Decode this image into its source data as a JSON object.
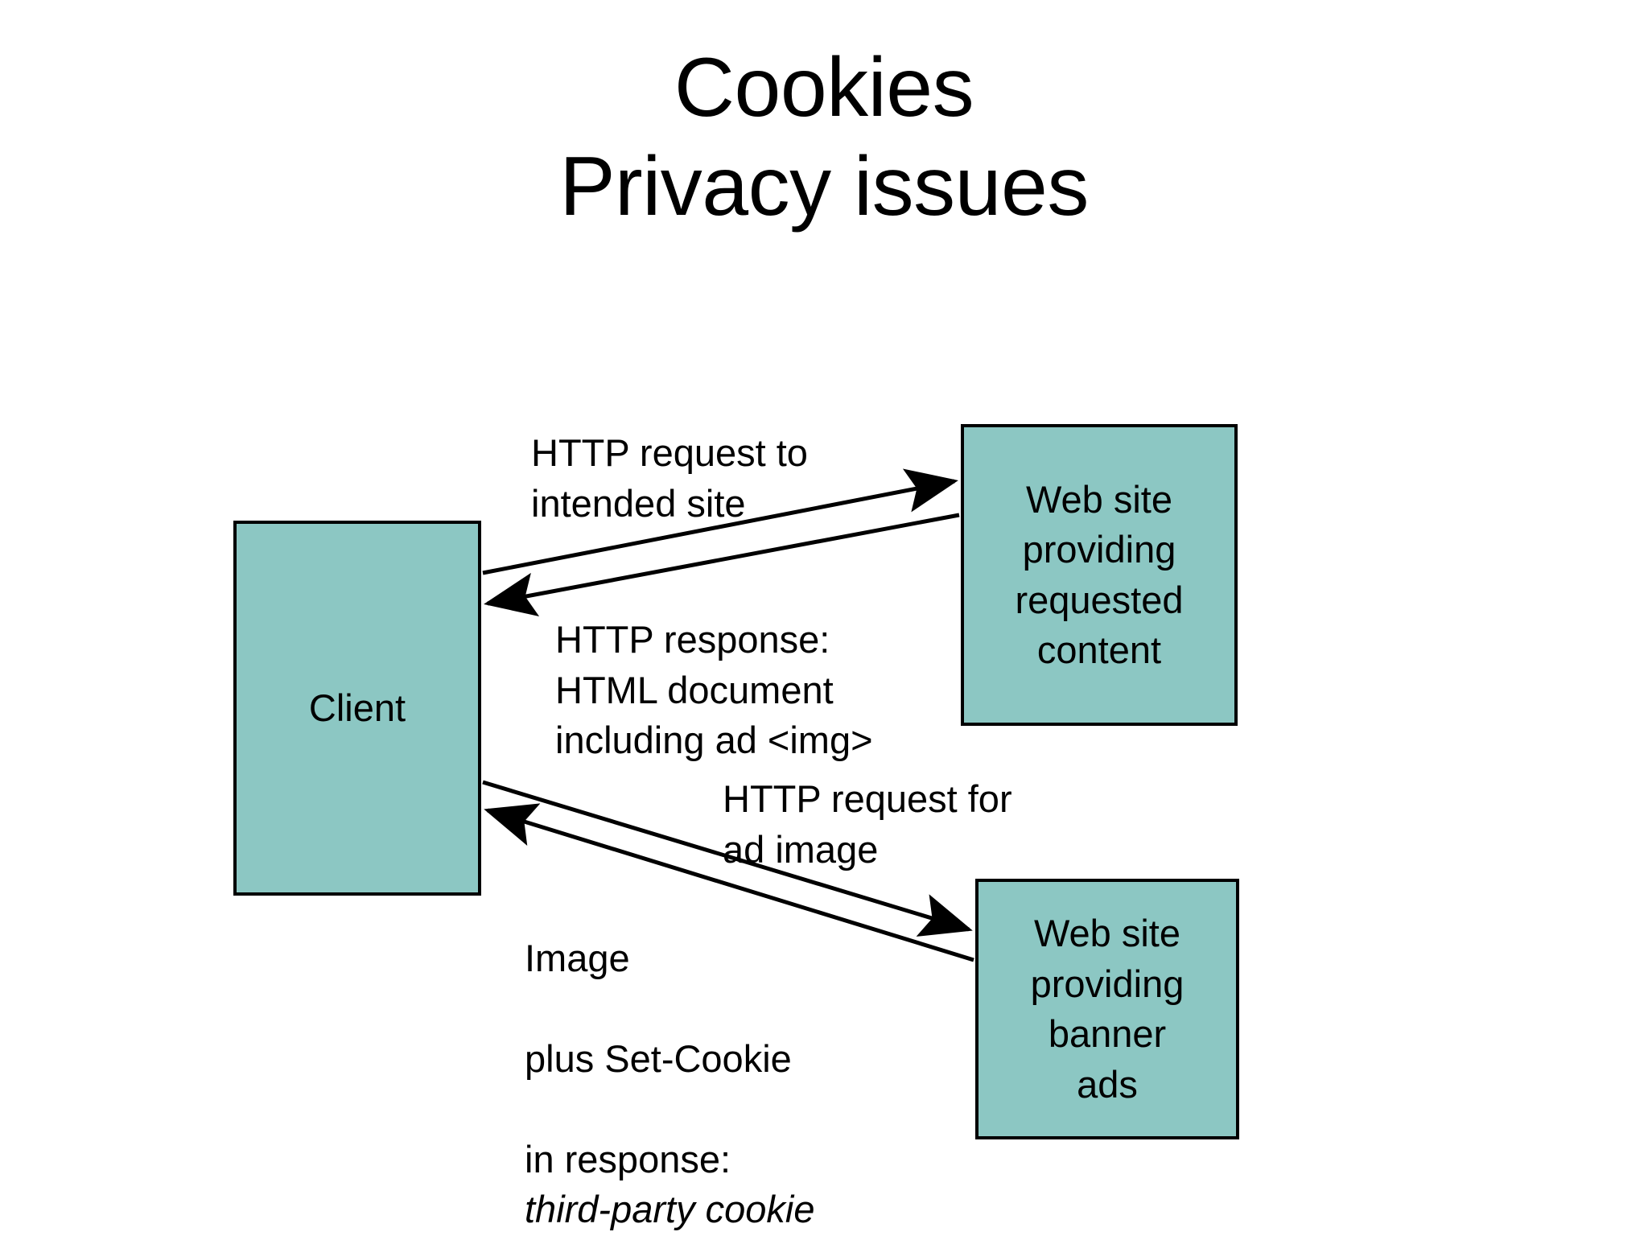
{
  "slide": {
    "title_lines": [
      "Cookies",
      "Privacy issues"
    ],
    "background_color": "#ffffff",
    "node_fill_color": "#8cc7c3",
    "node_border_color": "#000000",
    "text_color": "#000000"
  },
  "nodes": {
    "client": {
      "label": "Client"
    },
    "content_site": {
      "label": "Web site\nproviding\nrequested\ncontent"
    },
    "ad_site": {
      "label": "Web site\nproviding\nbanner\nads"
    }
  },
  "edges": {
    "request_to_site": {
      "label": "HTTP request to\nintended site",
      "from": "client",
      "to": "content_site",
      "direction": "right"
    },
    "response_html": {
      "label": "HTTP response:\nHTML document\nincluding ad <img>",
      "from": "content_site",
      "to": "client",
      "direction": "left"
    },
    "request_for_ad": {
      "label": "HTTP request for\nad image",
      "from": "client",
      "to": "ad_site",
      "direction": "right"
    },
    "image_set_cookie": {
      "label_lines": [
        "Image",
        "plus Set-Cookie",
        "in response:"
      ],
      "label_italic_line": "third-party cookie",
      "from": "ad_site",
      "to": "client",
      "direction": "left"
    }
  }
}
